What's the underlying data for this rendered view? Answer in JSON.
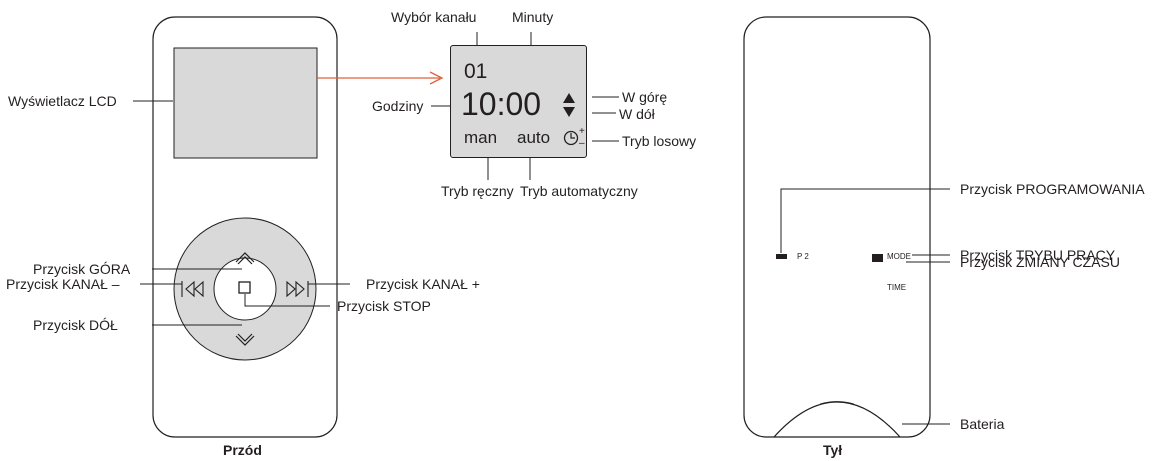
{
  "front": {
    "caption": "Przód",
    "lcd_label": "Wyświetlacz LCD",
    "btn_up_label": "Przycisk GÓRA",
    "btn_channel_minus_label": "Przycisk KANAŁ –",
    "btn_down_label": "Przycisk  DÓŁ",
    "btn_channel_plus_label": "Przycisk KANAŁ +",
    "btn_stop_label": "Przycisk STOP"
  },
  "display": {
    "channel_label": "Wybór kanału",
    "minutes_label": "Minuty",
    "hours_label": "Godziny",
    "up_label": "W górę",
    "down_label": "W dół",
    "random_label": "Tryb losowy",
    "manual_label": "Tryb ręczny",
    "auto_label": "Tryb automatyczny",
    "channel_value": "01",
    "time_value": "10:00",
    "manual_text": "man",
    "auto_text": "auto",
    "plus_sign": "+",
    "minus_sign": "–"
  },
  "back": {
    "caption": "Tył",
    "prog_label": "Przycisk PROGRAMOWANIA",
    "mode_label": "Przycisk TRYBU PRACY",
    "time_label": "Przycisk ZMIANY CZASU",
    "battery_label": "Bateria",
    "p2_text": "P 2",
    "mode_text": "MODE",
    "time_text": "TIME"
  },
  "colors": {
    "line": "#231f20",
    "arrow": "#e0603a",
    "wheel": "#d9d9d9",
    "lcd": "#d9d9d9"
  }
}
